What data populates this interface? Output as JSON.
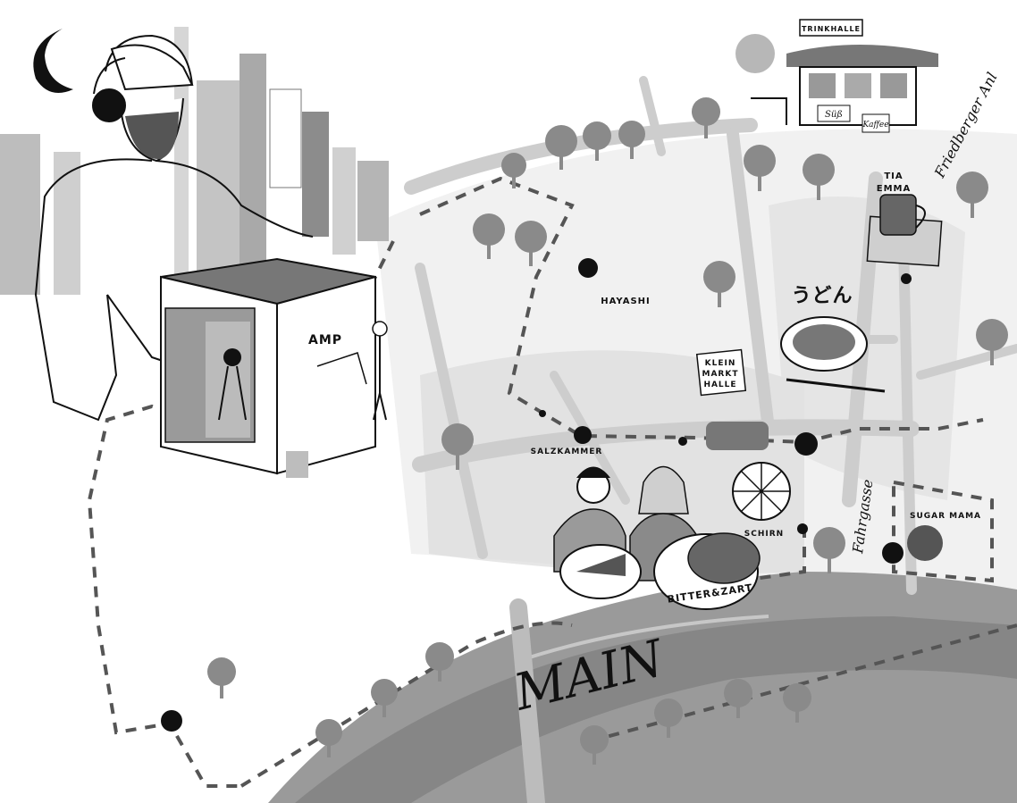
{
  "map": {
    "river_label": "MAIN",
    "places": {
      "amp": "AMP",
      "hayashi": "HAYASHI",
      "kleinmarkthalle": [
        "KLEIN",
        "MARKT",
        "HALLE"
      ],
      "salzkammer": "SALZKAMMER",
      "schirn": "SCHIRN",
      "bitter_zart": "BITTER&ZART",
      "sugar_mama": "SUGAR MAMA",
      "tia_emma": [
        "TIA",
        "EMMA"
      ],
      "udon": "うどん",
      "trinkhalle_sign": "TRINKHALLE",
      "sign_suss": "Süß",
      "sign_kaffee": "Kaffee"
    },
    "streets": {
      "fahrgasse": "Fahrgasse",
      "friedberger": "Friedberger Anl"
    },
    "palette": {
      "ink": "#111111",
      "grey_dark": "#8a8a8a",
      "grey_light": "#c9c9c9",
      "paper": "#ffffff"
    }
  }
}
